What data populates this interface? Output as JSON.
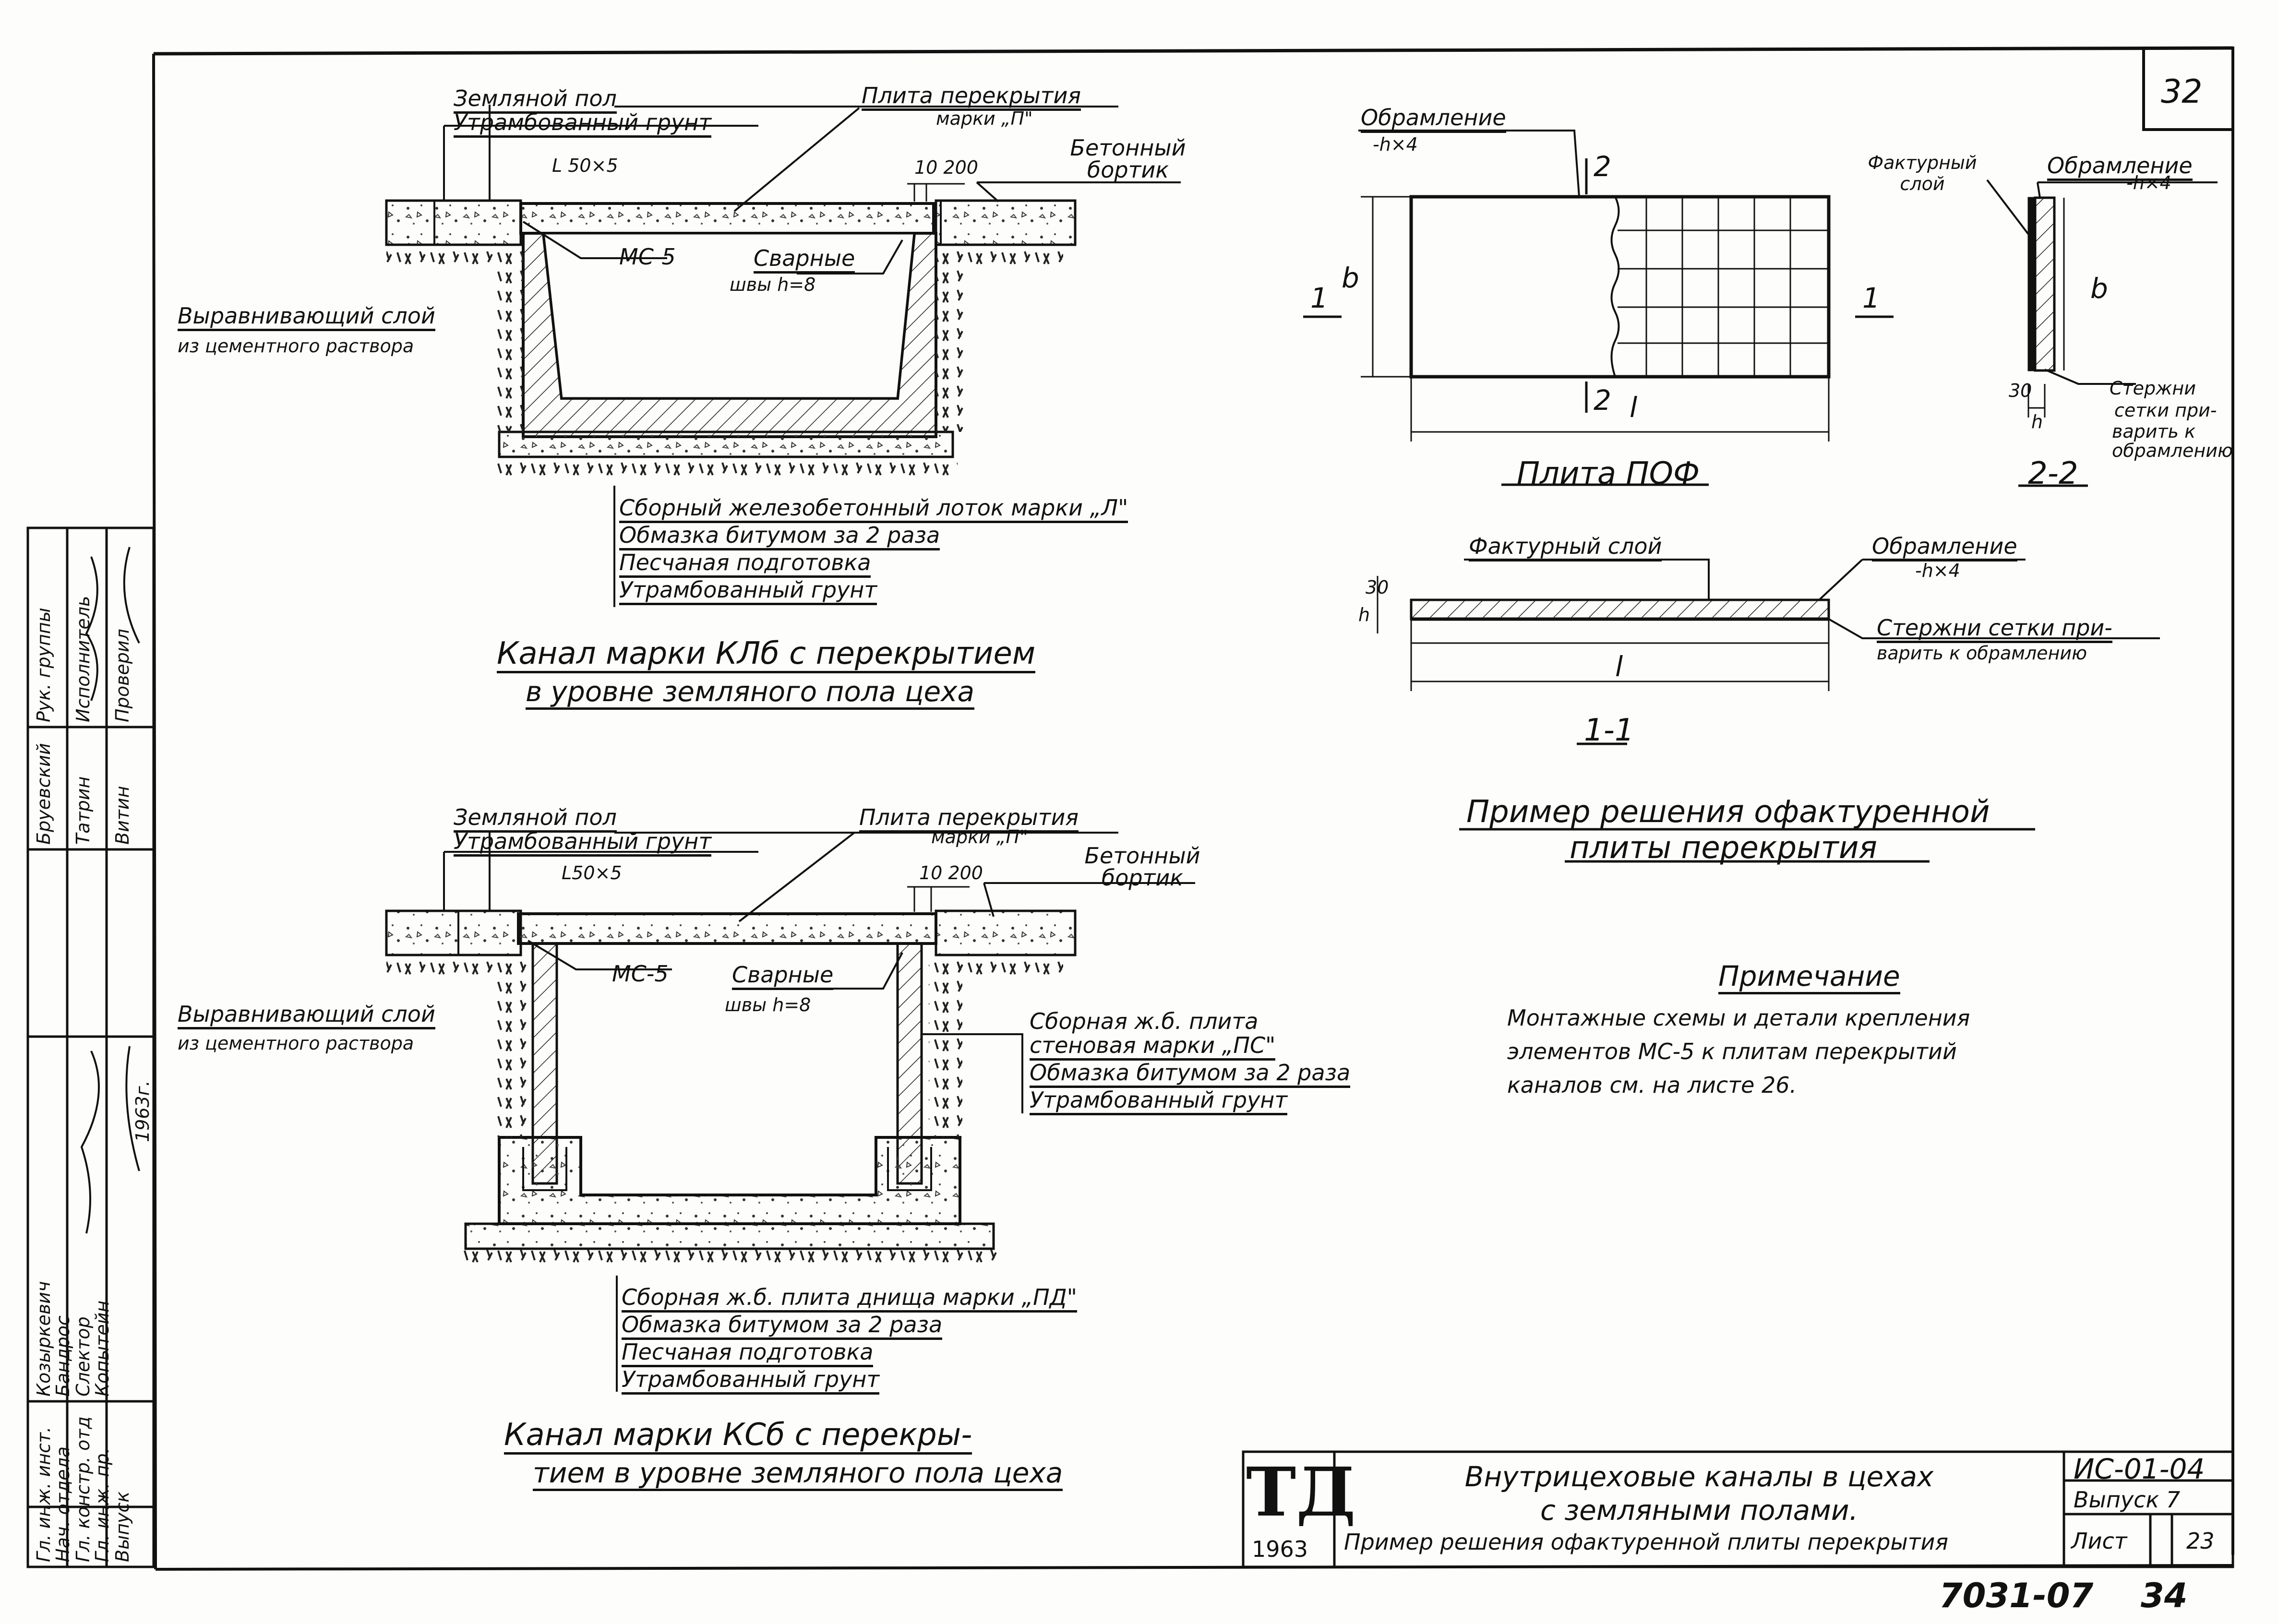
{
  "sheet_number": "32",
  "channel_kl": {
    "floor_label": "Земляной пол",
    "soil_label": "Утрамбованный грунт",
    "slab_label": "Плита перекрытия",
    "slab_mark": "марки „П\"",
    "curb_label": "Бетонный бортик",
    "angle_label": "L 50×5",
    "dim_label": "10 200",
    "ms_label": "МС-5",
    "weld_label": "Сварные",
    "weld_seam": "швы h=8",
    "leveling_1": "Выравнивающий слой",
    "leveling_2": "из цементного раствора",
    "layers": [
      "Сборный железобетонный лоток марки „Л\"",
      "Обмазка битумом за 2 раза",
      "Песчаная подготовка",
      "Утрамбованный грунт"
    ],
    "caption_1": "Канал марки КЛб с перекрытием",
    "caption_2": "в уровне земляного пола цеха"
  },
  "channel_ks": {
    "floor_label": "Земляной пол",
    "soil_label": "Утрамбованный грунт",
    "slab_label": "Плита перекрытия",
    "slab_mark": "марки „П\"",
    "curb_label": "Бетонный бортик",
    "angle_label": "L50×5",
    "dim_label": "10 200",
    "ms_label": "МС-5",
    "weld_label": "Сварные",
    "weld_seam": "швы h=8",
    "leveling_1": "Выравнивающий слой",
    "leveling_2": "из цементного раствора",
    "wall_layers": [
      "Сборная ж.б. плита",
      "стеновая марки „ПС\"",
      "Обмазка битумом за 2 раза",
      "Утрамбованный грунт"
    ],
    "layers": [
      "Сборная ж.б. плита днища марки „ПД\"",
      "Обмазка битумом за 2 раза",
      "Песчаная подготовка",
      "Утрамбованный грунт"
    ],
    "caption_1": "Канал марки КСб с перекры-",
    "caption_2": "тием в уровне земляного пола цеха"
  },
  "plate_pof": {
    "frame_label": "Обрамление",
    "frame_size": "-h×4",
    "section_2": "2",
    "section_1": "1",
    "dim_b": "b",
    "dim_l": "l",
    "title": "Плита ПОФ"
  },
  "section_22": {
    "texture_label": "Фактурный слой",
    "frame_label": "Обрамление",
    "frame_size": "-h×4",
    "dim_b": "b",
    "dim_30": "30",
    "dim_h": "h",
    "rods_1": "Стержни",
    "rods_2": "сетки при-",
    "rods_3": "варить к",
    "rods_4": "обрамлению",
    "title": "2-2"
  },
  "section_11": {
    "texture_label": "Фактурный слой",
    "frame_label": "Обрамление",
    "frame_size": "-h×4",
    "rods_1": "Стержни сетки при-",
    "rods_2": "варить к обрамлению",
    "dim_30": "30",
    "dim_h": "h",
    "dim_l": "l",
    "title": "1-1"
  },
  "example": {
    "title_1": "Пример решения офактуренной",
    "title_2": "плиты перекрытия"
  },
  "note": {
    "title": "Примечание",
    "lines": [
      "Монтажные схемы и детали крепления",
      "элементов МС-5 к плитам перекрытий",
      "каналов см. на листе 26."
    ]
  },
  "stamp": {
    "logo": "ТД",
    "logo_year": "1963",
    "title_1": "Внутрицеховые каналы в цехах",
    "title_2": "с земляными полами.",
    "title_3": "Пример решения офактуренной плиты перекрытия",
    "code": "ИС-01-04",
    "issue": "Выпуск 7",
    "sheet_label": "Лист",
    "sheet_no": "23"
  },
  "archive_no": "7031-07",
  "archive_sheet": "34",
  "side_stamp": {
    "cols": [
      [
        "Рук. группы",
        "Бруевский"
      ],
      [
        "Исполнитель",
        "Татрин"
      ],
      [
        "Проверил",
        "Витин"
      ],
      [
        "Гл. инж. инст.",
        "Козыркевич"
      ],
      [
        "Нач. отдела",
        "Бандрос"
      ],
      [
        "Гл. констр. отд",
        "Слектор"
      ],
      [
        "Гл. инж. пр.",
        "Копытейн"
      ]
    ],
    "year": "1963г.",
    "issue": "Выпуск"
  }
}
